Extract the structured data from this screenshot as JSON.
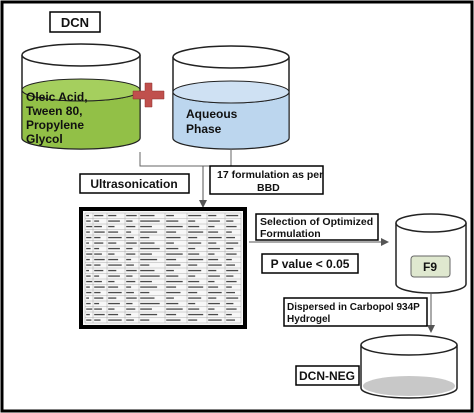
{
  "labels": {
    "dcn": "DCN",
    "beaker_left": [
      "Oleic Acid,",
      "Tween 80,",
      "Propylene",
      "Glycol"
    ],
    "beaker_right": [
      "Aqueous",
      "Phase"
    ],
    "ultrasonication": "Ultrasonication",
    "formulation": [
      "17 formulation as per",
      "BBD"
    ],
    "selection": [
      "Selection of Optimized",
      "Formulation"
    ],
    "pvalue": "P value < 0.05",
    "f9": "F9",
    "dispersed": [
      "Dispersed in Carbopol 934P",
      "Hydrogel"
    ],
    "dcn_neg": "DCN-NEG"
  },
  "colors": {
    "oil_phase": "#92c047",
    "aqueous_phase": "#bcd6ee",
    "plus": "#c0504d",
    "f9_fill": "#dfe8cf",
    "border": "#000000"
  },
  "icons": {
    "plus": "plus-icon"
  }
}
